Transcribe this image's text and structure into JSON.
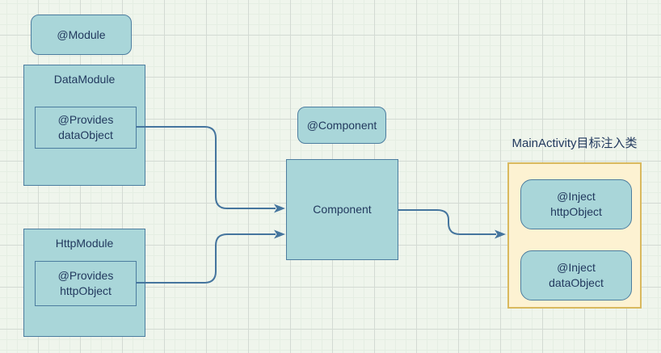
{
  "colors": {
    "background": "#eff5ec",
    "grid_major": "#d3dad3",
    "grid_minor": "#e5eee3",
    "node_fill": "#a9d6d9",
    "node_border": "#4c7d9f",
    "text": "#22395e",
    "connector": "#45759e",
    "target_fill": "#fdf2d2",
    "target_border": "#d9b95e"
  },
  "nodes": {
    "module_badge": {
      "label": "@Module"
    },
    "data_module": {
      "title": "DataModule",
      "provides_line1": "@Provides",
      "provides_line2": "dataObject"
    },
    "http_module": {
      "title": "HttpModule",
      "provides_line1": "@Provides",
      "provides_line2": "httpObject"
    },
    "component_badge": {
      "label": "@Component"
    },
    "component_box": {
      "label": "Component"
    },
    "target_group": {
      "caption": "MainActivity目标注入类",
      "inject_http_line1": "@Inject",
      "inject_http_line2": "httpObject",
      "inject_data_line1": "@Inject",
      "inject_data_line2": "dataObject"
    }
  },
  "connectors": [
    {
      "from": "data-provides-box",
      "to": "component-box"
    },
    {
      "from": "http-provides-box",
      "to": "component-box"
    },
    {
      "from": "component-box",
      "to": "target-group-box"
    }
  ]
}
